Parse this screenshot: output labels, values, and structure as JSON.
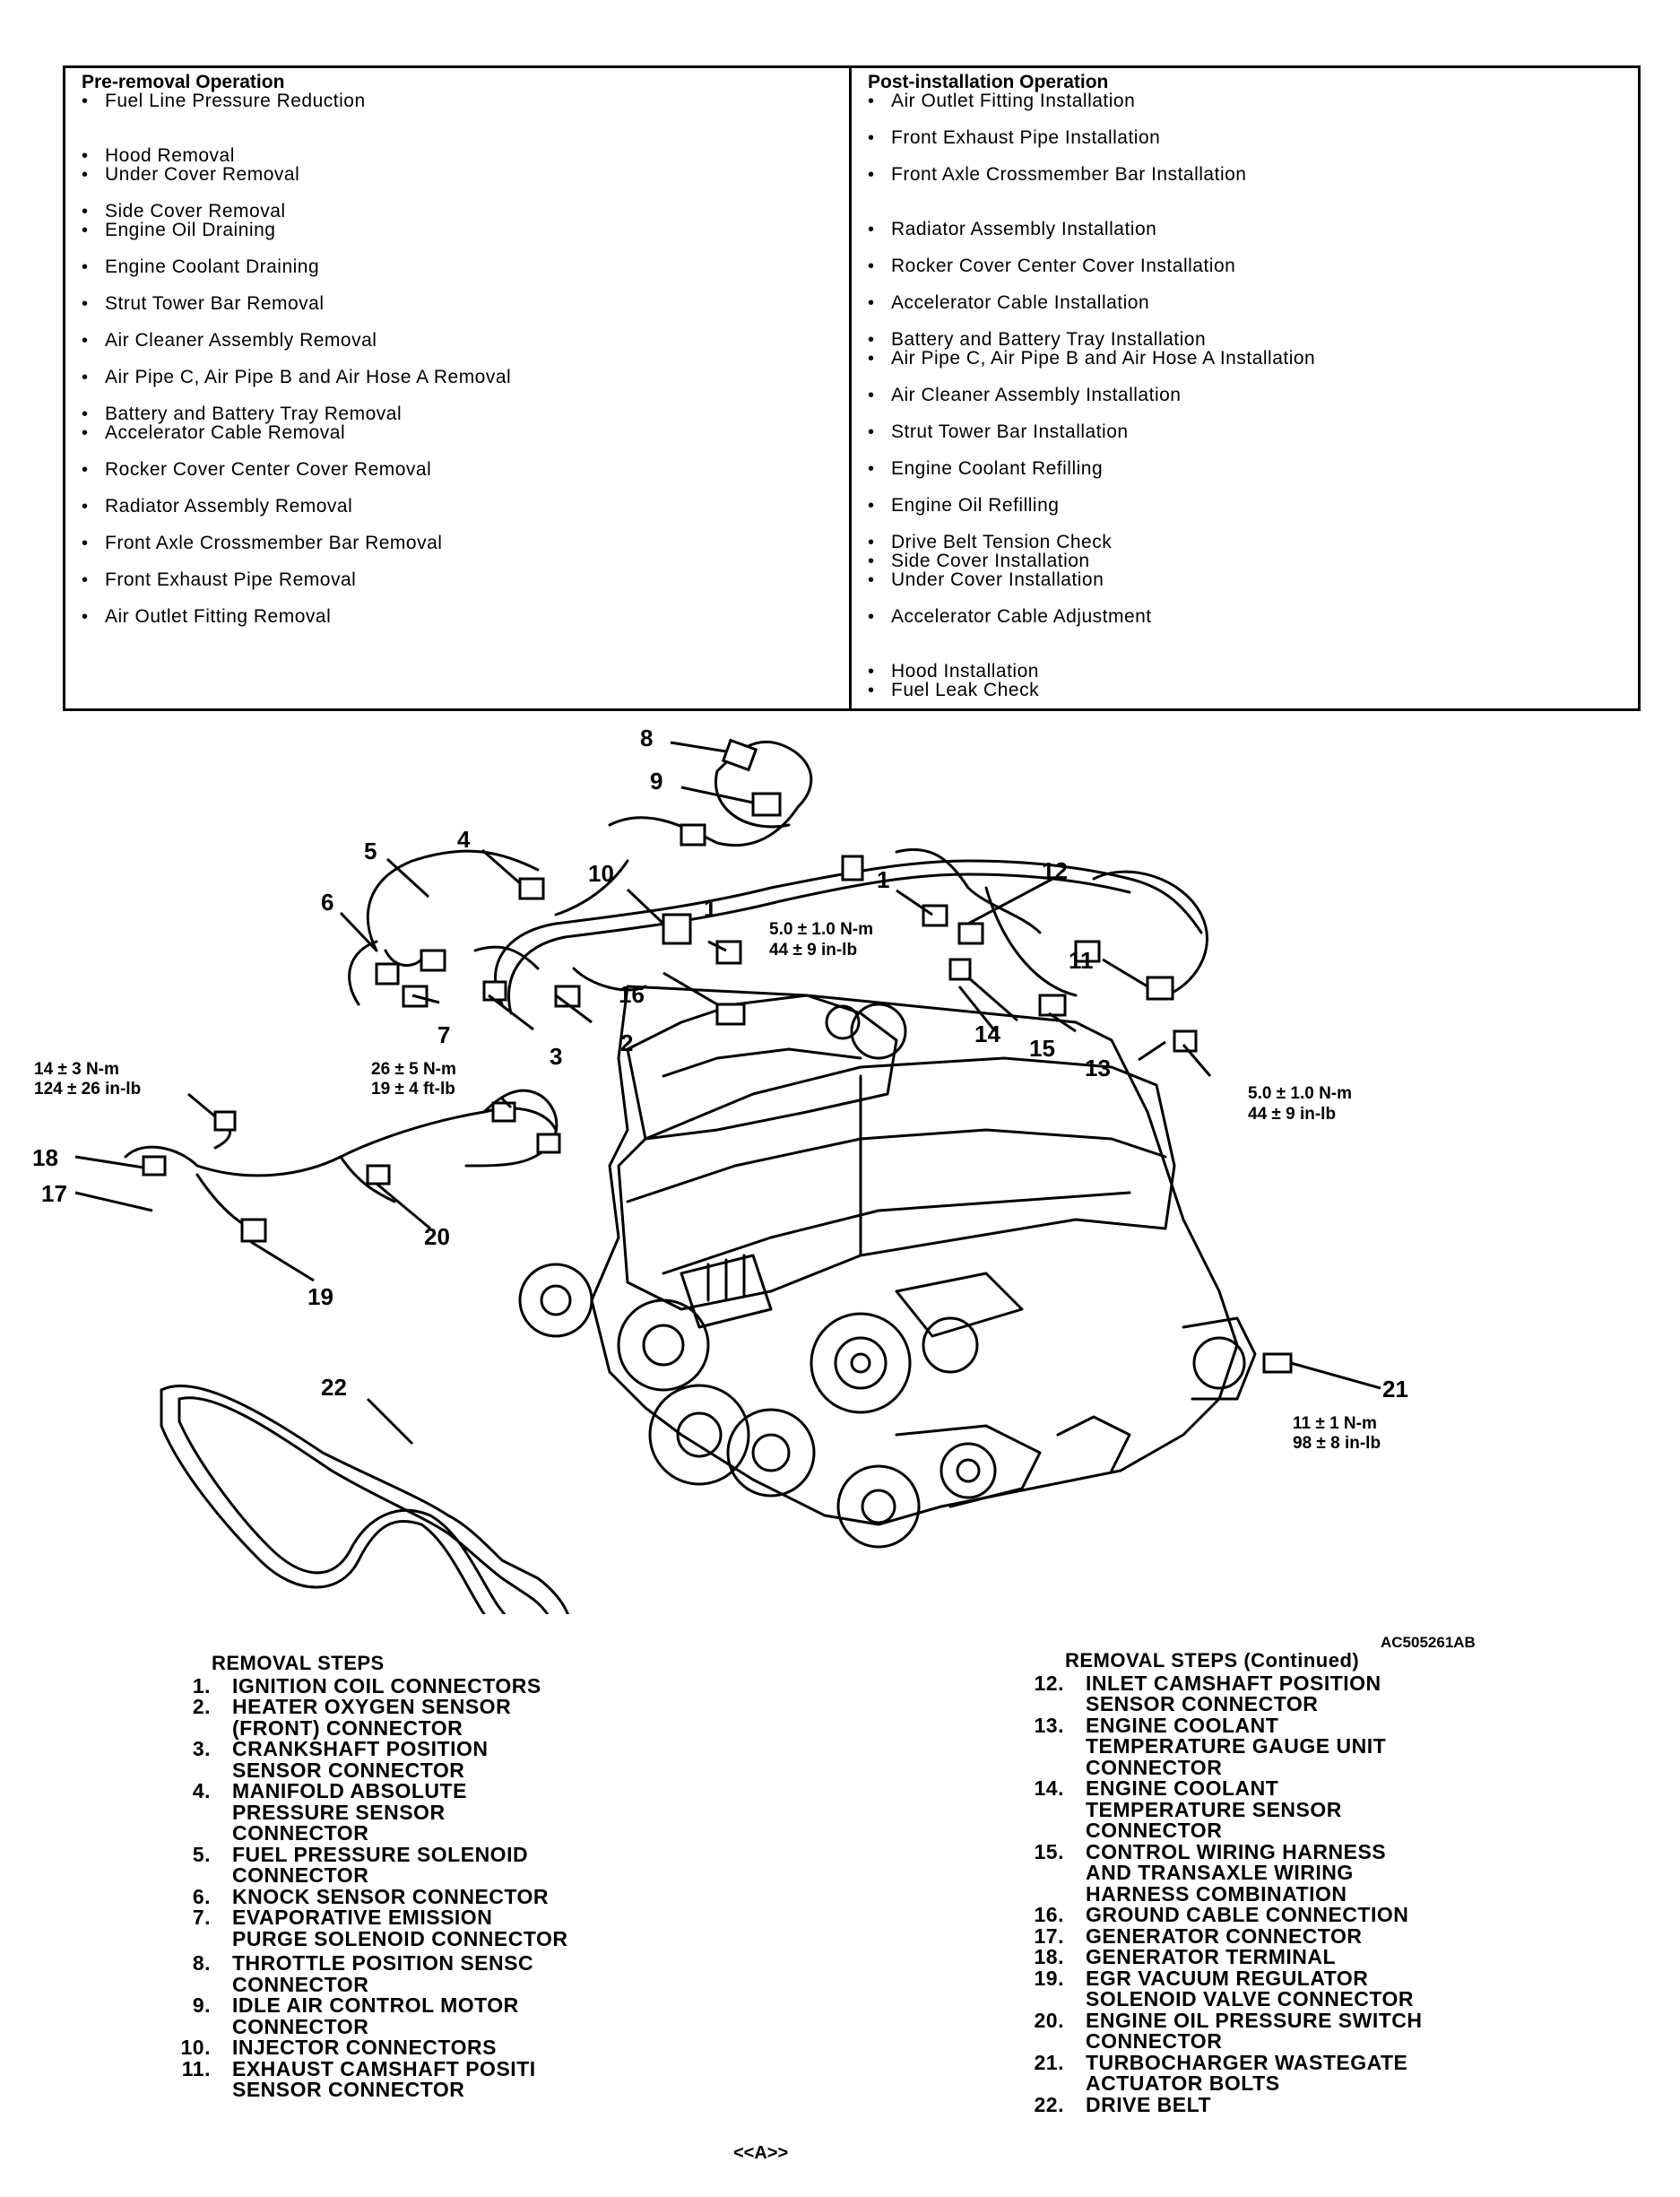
{
  "operations": {
    "pre_title": "Pre-removal Operation",
    "pre_items": [
      "Fuel Line Pressure Reduction",
      "Hood Removal",
      "Under Cover Removal",
      "Side Cover Removal",
      "Engine Oil Draining",
      "Engine Coolant Draining",
      "Strut Tower Bar Removal",
      "Air Cleaner Assembly Removal",
      "Air Pipe C, Air Pipe B and Air Hose A Removal",
      "Battery and Battery Tray Removal",
      "Accelerator Cable Removal",
      "Rocker Cover Center Cover Removal",
      "Radiator Assembly Removal",
      "Front Axle Crossmember Bar Removal",
      "Front Exhaust Pipe Removal",
      "Air Outlet Fitting Removal"
    ],
    "post_title": "Post-installation Operation",
    "post_items": [
      "Air Outlet Fitting Installation",
      "Front Exhaust Pipe Installation",
      "Front Axle Crossmember Bar Installation",
      "Radiator Assembly Installation",
      "Rocker Cover Center Cover Installation",
      "Accelerator Cable Installation",
      "Battery and Battery Tray Installation",
      "Air Pipe C, Air Pipe B and Air Hose A Installation",
      "Air Cleaner Assembly Installation",
      "Strut Tower Bar Installation",
      "Engine Coolant Refilling",
      "Engine Oil Refilling",
      "Drive Belt Tension Check",
      "Side Cover Installation",
      "Under Cover Installation",
      "Accelerator Cable Adjustment",
      "Hood Installation",
      "Fuel Leak Check"
    ]
  },
  "diagram": {
    "callouts": [
      "1",
      "2",
      "3",
      "4",
      "5",
      "6",
      "7",
      "8",
      "9",
      "10",
      "11",
      "12",
      "13",
      "14",
      "15",
      "16",
      "17",
      "18",
      "19",
      "20",
      "21",
      "22",
      "1"
    ],
    "torques": [
      {
        "line1": "5.0 ± 1.0 N-m",
        "line2": "44 ± 9 in-lb"
      },
      {
        "line1": "5.0 ± 1.0 N-m",
        "line2": "44 ± 9 in-lb"
      },
      {
        "line1": "14 ± 3 N-m",
        "line2": "124 ± 26 in-lb"
      },
      {
        "line1": "26 ± 5 N-m",
        "line2": "19 ± 4 ft-lb"
      },
      {
        "line1": "11 ± 1 N-m",
        "line2": "98 ± 8 in-lb"
      }
    ],
    "figure_code": "AC505261AB"
  },
  "removal_steps": {
    "title": "REMOVAL STEPS",
    "items": [
      {
        "num": "1.",
        "text": "IGNITION COIL CONNECTORS"
      },
      {
        "num": "2.",
        "text": "HEATER OXYGEN SENSOR\n(FRONT) CONNECTOR"
      },
      {
        "num": "3.",
        "text": "CRANKSHAFT POSITION\nSENSOR CONNECTOR"
      },
      {
        "num": "4.",
        "text": "MANIFOLD ABSOLUTE\nPRESSURE SENSOR\nCONNECTOR"
      },
      {
        "num": "5.",
        "text": "FUEL PRESSURE SOLENOID\nCONNECTOR"
      },
      {
        "num": "6.",
        "text": "KNOCK SENSOR CONNECTOR"
      },
      {
        "num": "7.",
        "text": "EVAPORATIVE EMISSION\nPURGE SOLENOID CONNECTOR"
      },
      {
        "num": "8.",
        "text": "THROTTLE POSITION SENSC\nCONNECTOR"
      },
      {
        "num": "9.",
        "text": "IDLE AIR CONTROL MOTOR\nCONNECTOR"
      },
      {
        "num": "10.",
        "text": "INJECTOR CONNECTORS"
      },
      {
        "num": "11.",
        "text": "EXHAUST CAMSHAFT POSITI\nSENSOR CONNECTOR"
      }
    ]
  },
  "removal_steps_cont": {
    "title": "REMOVAL STEPS (Continued)",
    "items": [
      {
        "num": "12.",
        "text": "INLET CAMSHAFT POSITION\nSENSOR CONNECTOR"
      },
      {
        "num": "13.",
        "text": "ENGINE COOLANT\nTEMPERATURE GAUGE UNIT\nCONNECTOR"
      },
      {
        "num": "14.",
        "text": "ENGINE COOLANT\nTEMPERATURE SENSOR\nCONNECTOR"
      },
      {
        "num": "15.",
        "text": "CONTROL WIRING HARNESS\nAND TRANSAXLE WIRING\nHARNESS COMBINATION"
      },
      {
        "num": "16.",
        "text": "GROUND CABLE CONNECTION"
      },
      {
        "num": "17.",
        "text": "GENERATOR CONNECTOR"
      },
      {
        "num": "18.",
        "text": "GENERATOR TERMINAL"
      },
      {
        "num": "19.",
        "text": "EGR VACUUM REGULATOR\nSOLENOID VALVE CONNECTOR"
      },
      {
        "num": "20.",
        "text": "ENGINE OIL PRESSURE SWITCH\nCONNECTOR"
      },
      {
        "num": "21.",
        "text": "TURBOCHARGER WASTEGATE\nACTUATOR BOLTS"
      },
      {
        "num": "22.",
        "text": "DRIVE BELT"
      }
    ]
  },
  "pager": "<<A>>"
}
